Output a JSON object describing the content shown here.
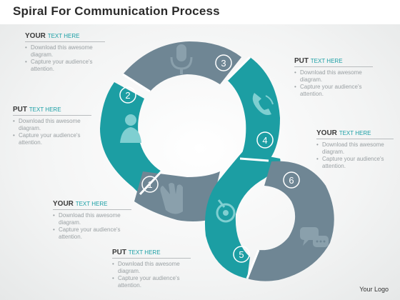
{
  "title": "Spiral For Communication Process",
  "callouts": [
    {
      "word1": "YOUR",
      "word2": "TEXT HERE",
      "bullets": [
        "Download this awesome diagram.",
        "Capture your audience's attention."
      ]
    },
    {
      "word1": "PUT",
      "word2": "TEXT HERE",
      "bullets": [
        "Download this awesome diagram.",
        "Capture your audience's attention."
      ]
    },
    {
      "word1": "PUT",
      "word2": "TEXT HERE",
      "bullets": [
        "Download this awesome diagram.",
        "Capture your audience's attention."
      ]
    },
    {
      "word1": "YOUR",
      "word2": "TEXT HERE",
      "bullets": [
        "Download this awesome diagram.",
        "Capture your audience's attention."
      ]
    },
    {
      "word1": "YOUR",
      "word2": "TEXT HERE",
      "bullets": [
        "Download this awesome diagram.",
        "Capture your audience's attention."
      ]
    },
    {
      "word1": "PUT",
      "word2": "TEXT HERE",
      "bullets": [
        "Download this awesome diagram.",
        "Capture your audience's attention."
      ]
    }
  ],
  "steps": [
    "1",
    "2",
    "3",
    "4",
    "5",
    "6"
  ],
  "footer": "Your Logo",
  "colors": {
    "teal": "#1c9ea3",
    "slate": "#6f8694",
    "accent": "#1a9fa5"
  },
  "icons": [
    "hand-icon",
    "person-icon",
    "microphone-icon",
    "phone-icon",
    "satellite-dish-icon",
    "chat-bubbles-icon"
  ]
}
